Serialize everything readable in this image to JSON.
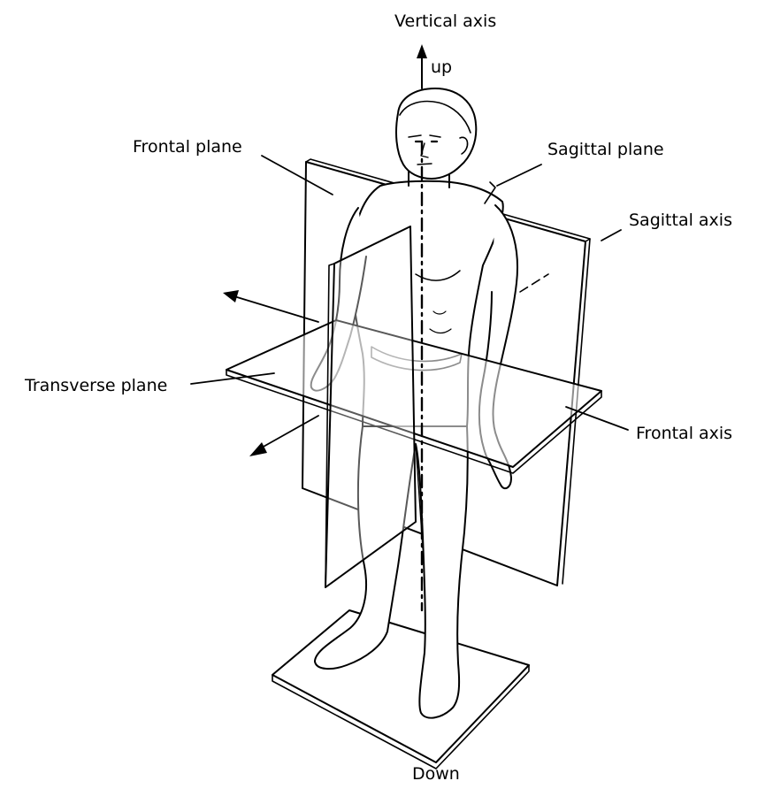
{
  "diagram": {
    "labels": {
      "vertical_axis": "Vertical axis",
      "up": "up",
      "down": "Down",
      "frontal_plane": "Frontal plane",
      "sagittal_plane": "Sagittal plane",
      "sagittal_axis": "Sagittal axis",
      "transverse_plane": "Transverse plane",
      "frontal_axis": "Frontal axis"
    },
    "figure": "human-anatomical-figure",
    "colors": {
      "ink": "#000000",
      "background": "#ffffff"
    }
  }
}
